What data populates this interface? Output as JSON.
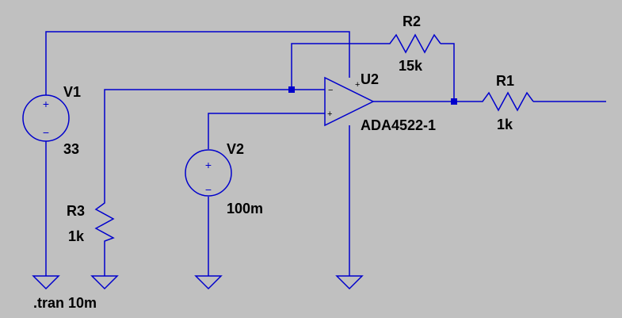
{
  "colors": {
    "background": "#c0c0c0",
    "wire": "#0000cc",
    "text": "#000000"
  },
  "components": {
    "v1": {
      "name": "V1",
      "value": "33"
    },
    "v2": {
      "name": "V2",
      "value": "100m"
    },
    "r1": {
      "name": "R1",
      "value": "1k"
    },
    "r2": {
      "name": "R2",
      "value": "15k"
    },
    "r3": {
      "name": "R3",
      "value": "1k"
    },
    "u2": {
      "name": "U2",
      "part": "ADA4522-1"
    }
  },
  "opamp_pins": {
    "supply_plus": "+",
    "inverting": "−",
    "non_inverting": "+"
  },
  "source_signs": {
    "plus": "+",
    "minus": "−"
  },
  "directive": ".tran 10m"
}
